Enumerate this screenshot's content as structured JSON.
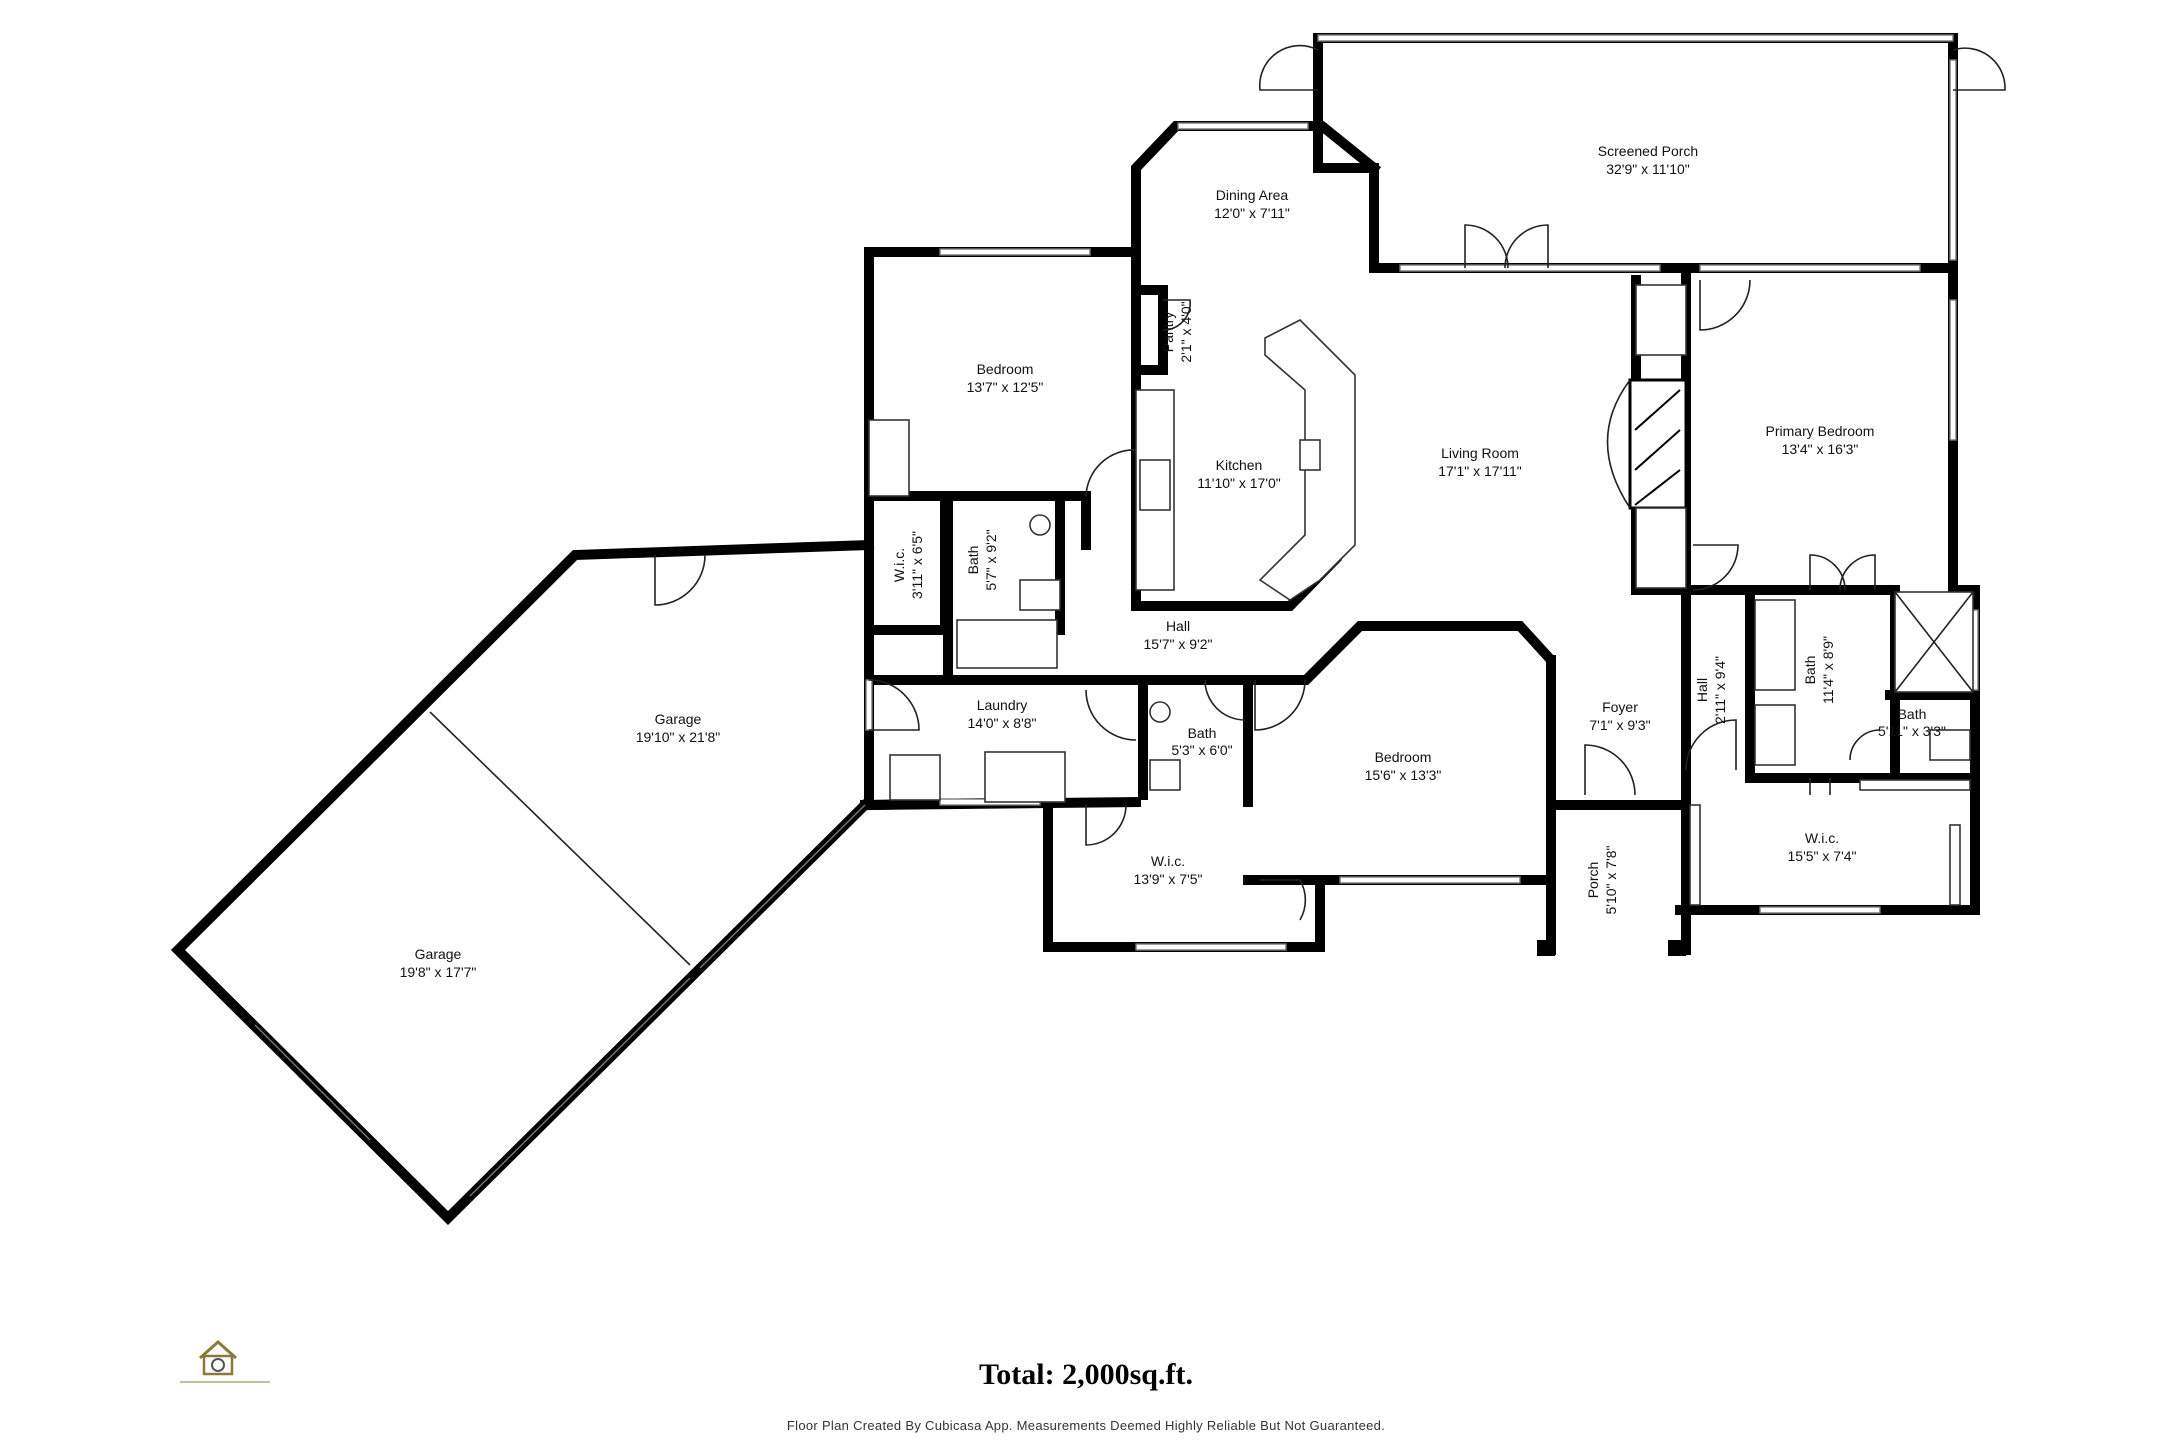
{
  "rooms": {
    "screened_porch": {
      "name": "Screened Porch",
      "dim": "32'9\" x 11'10\""
    },
    "dining_area": {
      "name": "Dining Area",
      "dim": "12'0\" x 7'11\""
    },
    "pantry": {
      "name": "Pantry",
      "dim": "2'1\" x 4'0\""
    },
    "bedroom_nw": {
      "name": "Bedroom",
      "dim": "13'7\" x 12'5\""
    },
    "kitchen": {
      "name": "Kitchen",
      "dim": "11'10\" x 17'0\""
    },
    "living_room": {
      "name": "Living Room",
      "dim": "17'1\" x 17'11\""
    },
    "primary_bedroom": {
      "name": "Primary Bedroom",
      "dim": "13'4\" x 16'3\""
    },
    "wic_small": {
      "name": "W.i.c.",
      "dim": "3'11\" x 6'5\""
    },
    "bath_a": {
      "name": "Bath",
      "dim": "5'7\" x 9'2\""
    },
    "hall_main": {
      "name": "Hall",
      "dim": "15'7\" x 9'2\""
    },
    "garage_upper": {
      "name": "Garage",
      "dim": "19'10\" x 21'8\""
    },
    "laundry": {
      "name": "Laundry",
      "dim": "14'0\" x 8'8\""
    },
    "bath_b": {
      "name": "Bath",
      "dim": "5'3\" x 6'0\""
    },
    "bedroom_s": {
      "name": "Bedroom",
      "dim": "15'6\" x 13'3\""
    },
    "foyer": {
      "name": "Foyer",
      "dim": "7'1\" x 9'3\""
    },
    "hall_small": {
      "name": "Hall",
      "dim": "2'11\" x 9'4\""
    },
    "bath_primary": {
      "name": "Bath",
      "dim": "11'4\" x 8'9\""
    },
    "bath_small": {
      "name": "Bath",
      "dim": "5'11\" x 3'3\""
    },
    "wic_primary": {
      "name": "W.i.c.",
      "dim": "15'5\" x 7'4\""
    },
    "wic_s": {
      "name": "W.i.c.",
      "dim": "13'9\" x 7'5\""
    },
    "porch": {
      "name": "Porch",
      "dim": "5'10\" x 7'8\""
    },
    "garage_lower": {
      "name": "Garage",
      "dim": "19'8\" x 17'7\""
    }
  },
  "footer": {
    "total": "Total: 2,000sq.ft.",
    "credit": "Floor Plan Created By Cubicasa App. Measurements Deemed Highly Reliable But Not Guaranteed."
  },
  "logo": {
    "icon": "camera-house-logo-icon"
  }
}
